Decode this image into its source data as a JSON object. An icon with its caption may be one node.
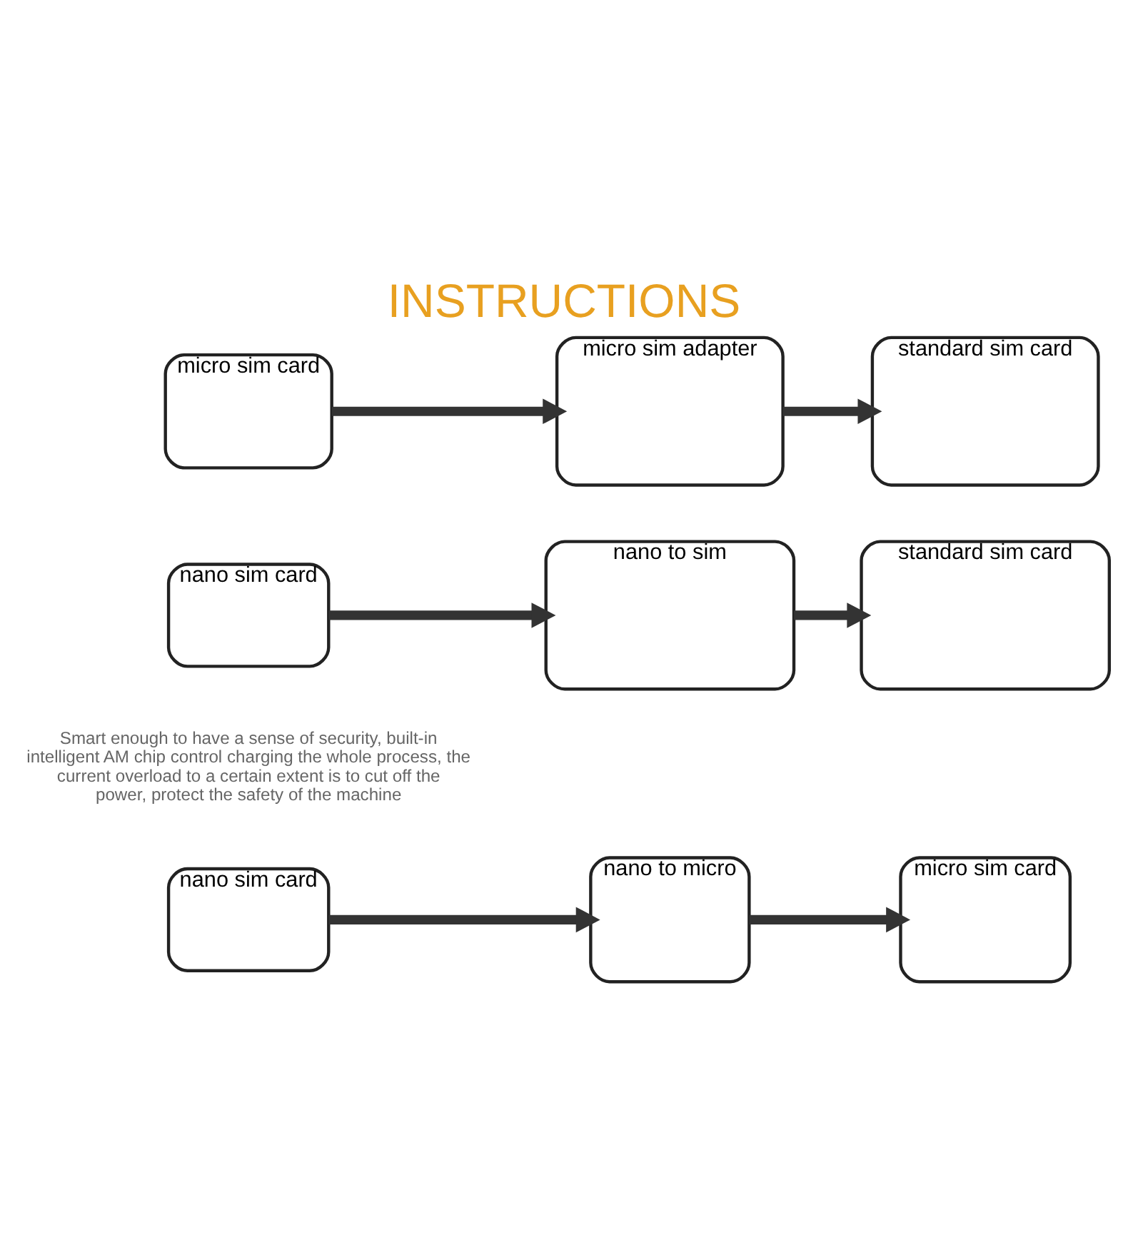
{
  "diagram": {
    "title": "INSTRUCTIONS",
    "nodes": [
      {
        "text": [
          "nano sim card"
        ]
      },
      {
        "text": [
          "nano to micro"
        ]
      },
      {
        "text": [
          "micro sim card"
        ]
      },
      {
        "text": [
          "nano sim card"
        ]
      },
      {
        "text": [
          "nano to sim"
        ]
      },
      {
        "text": [
          "standard sim card"
        ]
      },
      {
        "text": [
          "micro sim card"
        ]
      },
      {
        "text": [
          "micro sim adapter"
        ]
      },
      {
        "text": [
          "standard sim card"
        ]
      }
    ],
    "edges": [
      {
        "from": 0,
        "to": 1,
        "arrow": "to"
      },
      {
        "from": 1,
        "to": 2,
        "arrow": "to"
      },
      {
        "from": 3,
        "to": 4,
        "arrow": "to"
      },
      {
        "from": 4,
        "to": 5,
        "arrow": "to"
      },
      {
        "from": 6,
        "to": 7,
        "arrow": "to"
      },
      {
        "from": 7,
        "to": 8,
        "arrow": "to"
      }
    ],
    "labels": [
      "Smart enough to have a sense of security, built-in intelligent AM chip control charging the whole process, the current overload to a certain extent is to cut off the power, protect the safety of the machine"
    ]
  }
}
